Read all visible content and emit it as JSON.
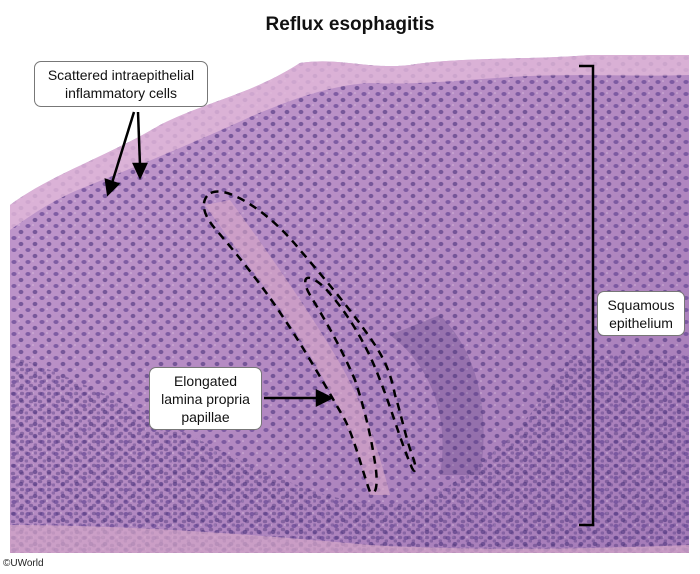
{
  "title": "Reflux esophagitis",
  "labels": {
    "inflammatory_cells": [
      "Scattered intraepithelial",
      "inflammatory cells"
    ],
    "papillae": [
      "Elongated",
      "lamina propria",
      "papillae"
    ],
    "squamous": [
      "Squamous",
      "epithelium"
    ]
  },
  "copyright": "©UWorld",
  "colors": {
    "tissue_base": "#b890c6",
    "nuclei": "#5a3f86",
    "surface": "#e9c4df",
    "stroma": "#d6a8c9",
    "annotation": "#000000"
  }
}
